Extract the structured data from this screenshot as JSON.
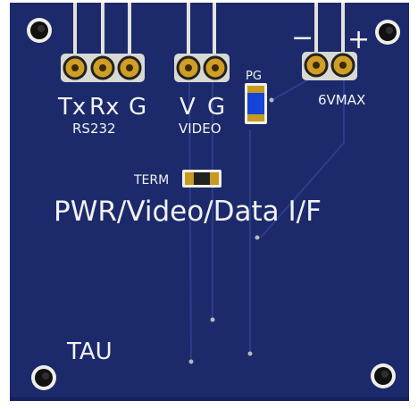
{
  "header_labels": {
    "tx": "Tx",
    "rx": "Rx",
    "g1": "G",
    "v": "V",
    "g2": "G",
    "minus": "−",
    "plus": "+",
    "pg": "PG"
  },
  "sub_labels": {
    "rs232": "RS232",
    "video": "VIDEO",
    "max": "6VMAX",
    "term": "TERM"
  },
  "main_label": "PWR/Video/Data I/F",
  "corner_label": "TAU",
  "colors": {
    "board": "#1c2a6b",
    "trace": "#2a3a84",
    "silk": "#f2f2f2",
    "gold": "#c99a22",
    "led": "#1544d9"
  }
}
